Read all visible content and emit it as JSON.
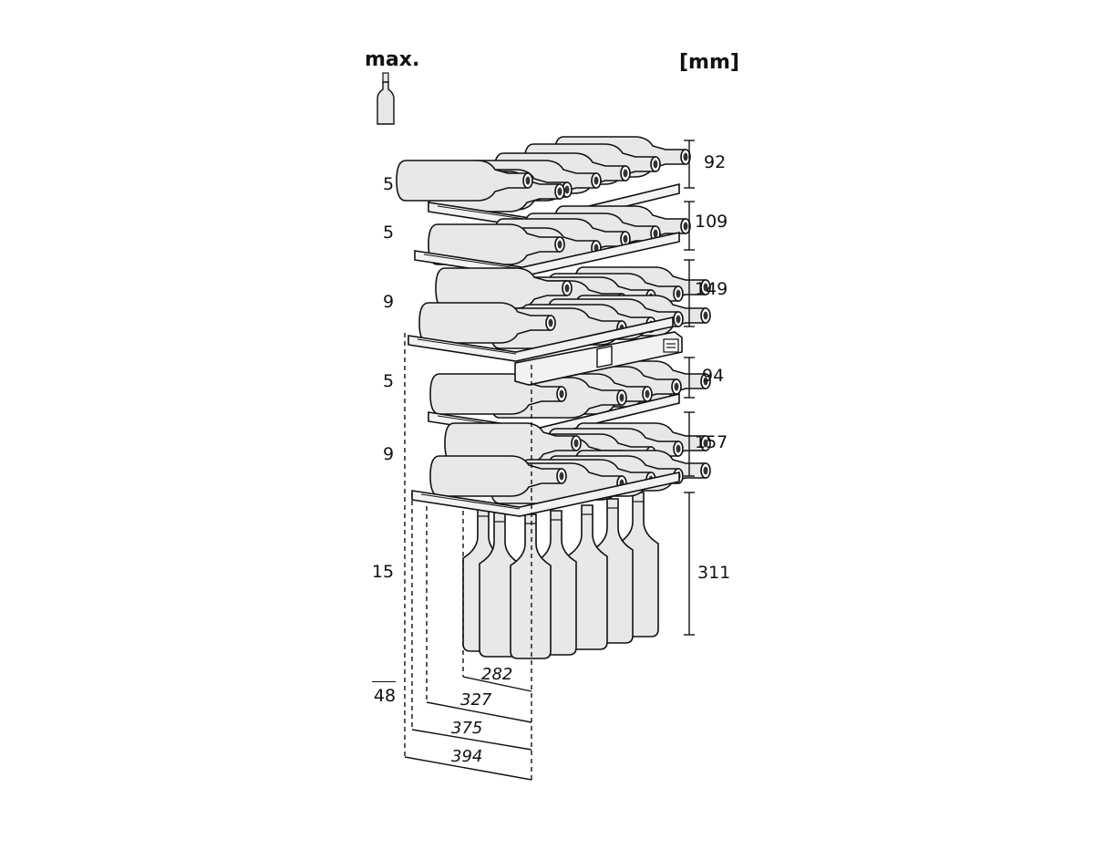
{
  "header": {
    "max_label": "max.",
    "unit_label": "[mm]"
  },
  "max_bottle_icon": "bottle-icon",
  "shelf_bottle_counts": [
    "5",
    "5",
    "9",
    "5",
    "9",
    "15"
  ],
  "bottom_count": "48",
  "shelf_heights": [
    "92",
    "109",
    "149",
    "94",
    "157",
    "311"
  ],
  "depths": [
    "282",
    "327",
    "375",
    "394"
  ],
  "colors": {
    "line": "#111111",
    "bottle_fill": "#e8e8e8",
    "shelf_fill": "#f2f2f2"
  }
}
